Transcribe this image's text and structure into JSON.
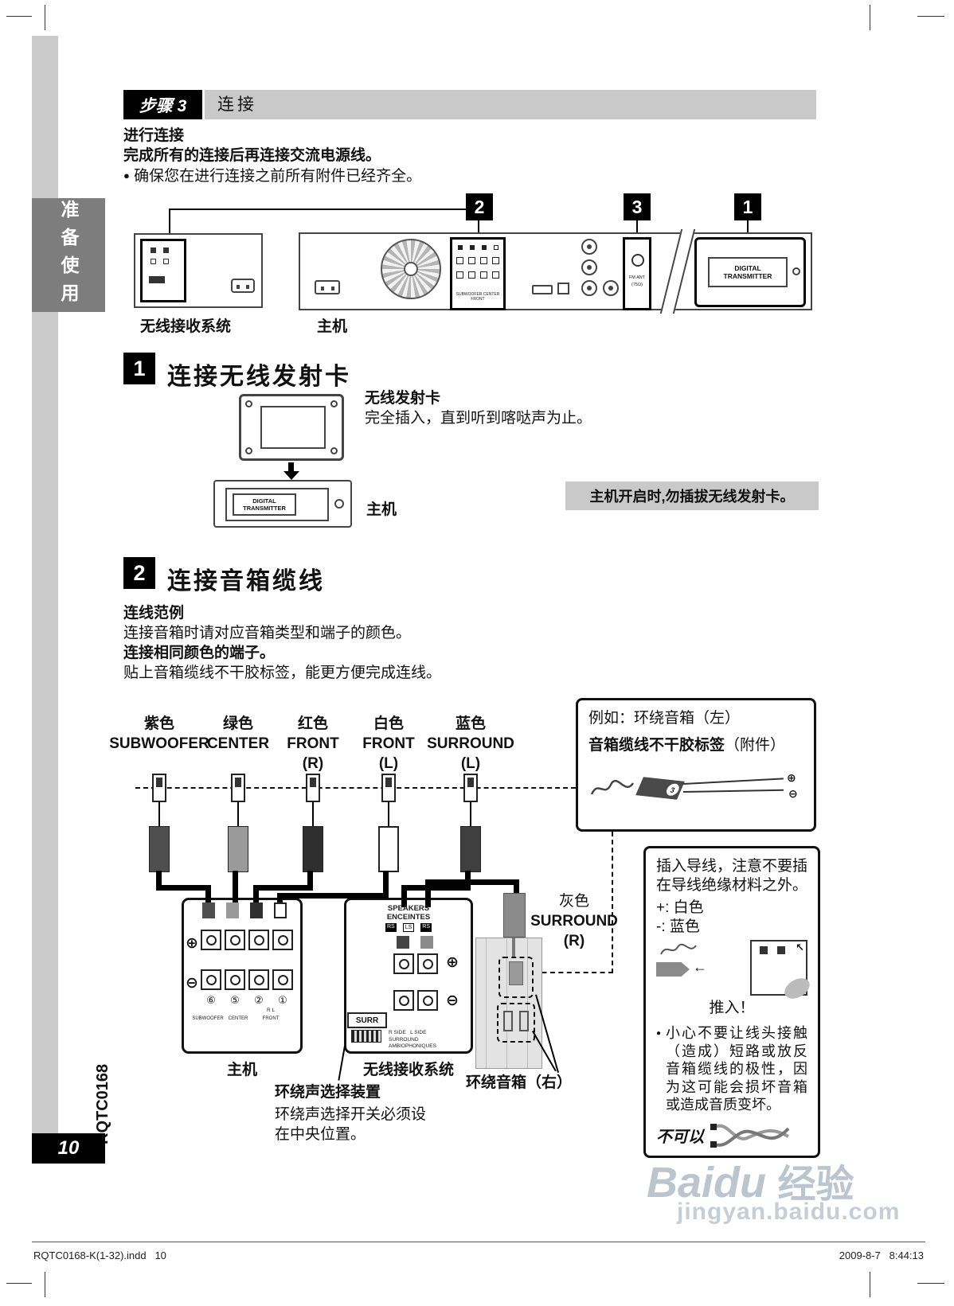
{
  "ui": {
    "bullet": "●"
  },
  "icons": {
    "plus": "⊕",
    "minus": "⊖",
    "arrow_left": "←",
    "arrow_upleft": "↖"
  },
  "sidebar": {
    "tab": "准备使用",
    "doc_code": "RQTC0168",
    "page_number": "10"
  },
  "header": {
    "step": "步骤 3",
    "title": "连接"
  },
  "intro": {
    "heading": "进行连接",
    "line1": "完成所有的连接后再连接交流电源线。",
    "bullet": "确保您在进行连接之前所有附件已经齐全。"
  },
  "overview": {
    "callout_2": "2",
    "callout_3": "3",
    "callout_1": "1",
    "receiver_label": "无线接收系统",
    "main_label": "主机",
    "transmitter_slot": "DIGITAL TRANSMITTER",
    "fm_ant_line1": "FM ANT",
    "fm_ant_line2": "(75Ω)",
    "block_caption": "SUBWOOFER CENTER FRONT"
  },
  "section1": {
    "number": "1",
    "title": "连接无线发射卡",
    "card_name": "无线发射卡",
    "card_note": "完全插入，直到听到喀哒声为止。",
    "slot_text": "DIGITAL TRANSMITTER",
    "main_label": "主机",
    "warning": "主机开启时,勿插拔无线发射卡。"
  },
  "section2": {
    "number": "2",
    "title": "连接音箱缆线",
    "subheading": "连线范例",
    "line1": "连接音箱时请对应音箱类型和端子的颜色。",
    "line2": "连接相同颜色的端子。",
    "line3": "贴上音箱缆线不干胶标签，能更方便完成连线。",
    "speakers": [
      {
        "color": "紫色",
        "name": "SUBWOOFER",
        "sub": ""
      },
      {
        "color": "绿色",
        "name": "CENTER",
        "sub": ""
      },
      {
        "color": "红色",
        "name": "FRONT",
        "sub": "(R)"
      },
      {
        "color": "白色",
        "name": "FRONT",
        "sub": "(L)"
      },
      {
        "color": "蓝色",
        "name": "SURROUND",
        "sub": "(L)"
      }
    ],
    "example_box": {
      "title": "例如：环绕音箱（左）",
      "sticker_label": "音箱缆线不干胶标签",
      "sticker_suffix": "（附件）",
      "sticker_number": "3"
    },
    "surround_right": {
      "color": "灰色",
      "name": "SURROUND",
      "sub": "(R)"
    },
    "main_panel": {
      "plus": "⊕",
      "minus": "⊖",
      "numbers": [
        "⑥",
        "⑤",
        "②",
        "①"
      ],
      "front_rl": "R  L",
      "label_subwoofer": "SUBWOOFER",
      "label_center": "CENTER",
      "label_front": "FRONT",
      "caption": "主机"
    },
    "receiver_panel": {
      "title1": "SPEAKERS",
      "title2": "ENCEINTES",
      "tags": [
        "RS",
        "LS",
        "RS"
      ],
      "plus": "⊕",
      "minus": "⊖",
      "surr": "SURR",
      "side_row": "R SIDE   L SIDE",
      "surround_row1": "SURROUND",
      "surround_row2": "AMBIOPHONIQUES",
      "caption": "无线接收系统"
    },
    "selector": {
      "label": "环绕声选择装置",
      "note": "环绕声选择开关必须设在中央位置。"
    },
    "surround_speaker_caption": "环绕音箱（右）",
    "insert_box": {
      "line1": "插入导线，注意不要插",
      "line2": "在导线绝缘材料之外。",
      "plus_line": "+: 白色",
      "minus_line": "-: 蓝色",
      "push": "推入！",
      "caution": "小心不要让线头接触（造成）短路或放反音箱缆线的极性，因为这可能会损坏音箱或造成音质变坏。",
      "not_allowed": "不可以"
    }
  },
  "footer": {
    "left": "RQTC0168-K(1-32).indd   10",
    "right": "2009-8-7   8:44:13"
  },
  "watermark": {
    "brand": "Baidu",
    "brand_cn": "经验",
    "url": "jingyan.baidu.com"
  }
}
